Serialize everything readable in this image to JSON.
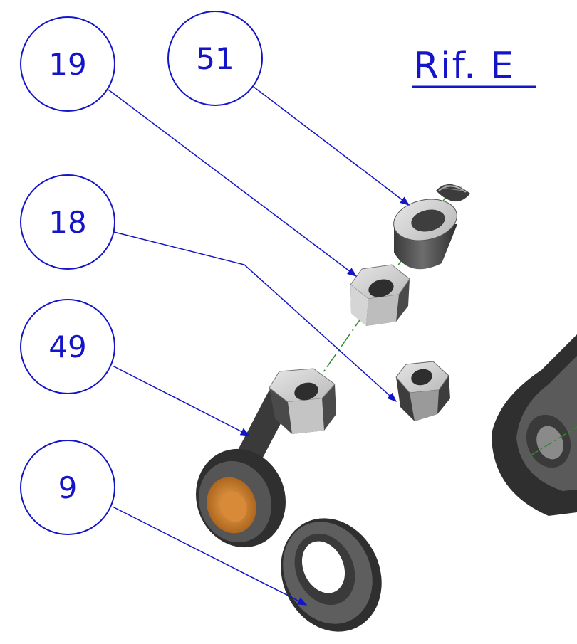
{
  "drawing": {
    "reference_label": "Rif. E",
    "line_color": "#1414c8",
    "axis_color": "#2e8b2e",
    "parts_color": "#5a5a5a",
    "bushing_color": "#c87a28"
  },
  "balloons": [
    {
      "id": "balloon-19",
      "label": "19",
      "part": "hex-nut-19"
    },
    {
      "id": "balloon-51",
      "label": "51",
      "part": "spacer-51"
    },
    {
      "id": "balloon-18",
      "label": "18",
      "part": "flange-nut-18"
    },
    {
      "id": "balloon-49",
      "label": "49",
      "part": "rod-end-49"
    },
    {
      "id": "balloon-9",
      "label": "9",
      "part": "washer-9"
    }
  ]
}
